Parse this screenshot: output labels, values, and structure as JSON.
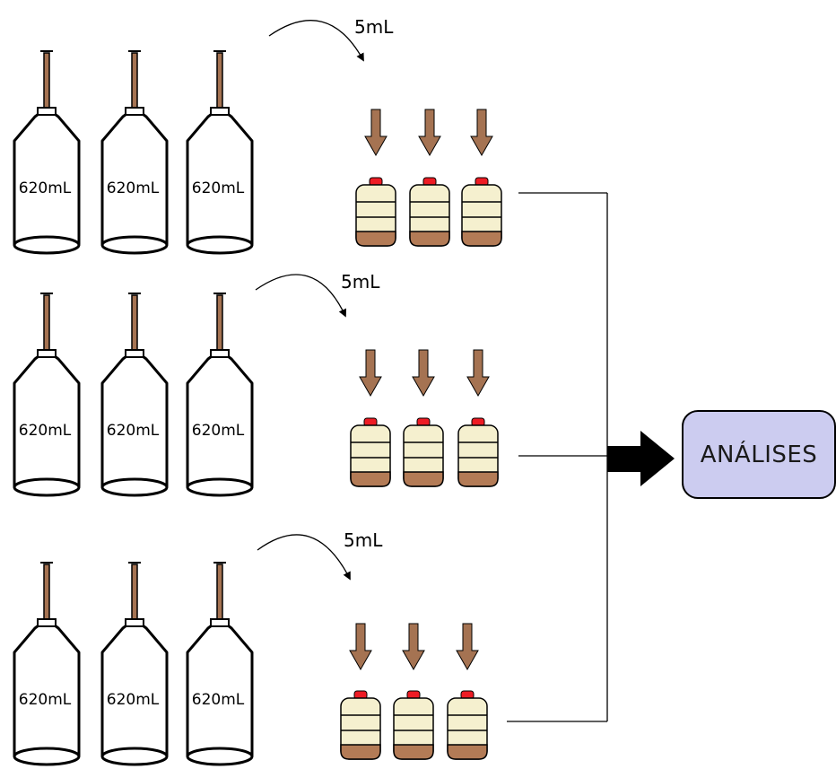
{
  "groups": [
    {
      "transfer_label": "5mL",
      "bottles": [
        {
          "label": "620mL"
        },
        {
          "label": "620mL"
        },
        {
          "label": "620mL"
        }
      ],
      "tube_count": 3
    },
    {
      "transfer_label": "5mL",
      "bottles": [
        {
          "label": "620mL"
        },
        {
          "label": "620mL"
        },
        {
          "label": "620mL"
        }
      ],
      "tube_count": 3
    },
    {
      "transfer_label": "5mL",
      "bottles": [
        {
          "label": "620mL"
        },
        {
          "label": "620mL"
        },
        {
          "label": "620mL"
        }
      ],
      "tube_count": 3
    }
  ],
  "analysis": {
    "label": "ANÁLISES"
  },
  "colors": {
    "arrow_brown": "#a57352",
    "tube_body": "#f5f0cf",
    "tube_sediment": "#b37b56",
    "tube_cap": "#ee1c24",
    "analysis_fill": "#ccccf0"
  }
}
